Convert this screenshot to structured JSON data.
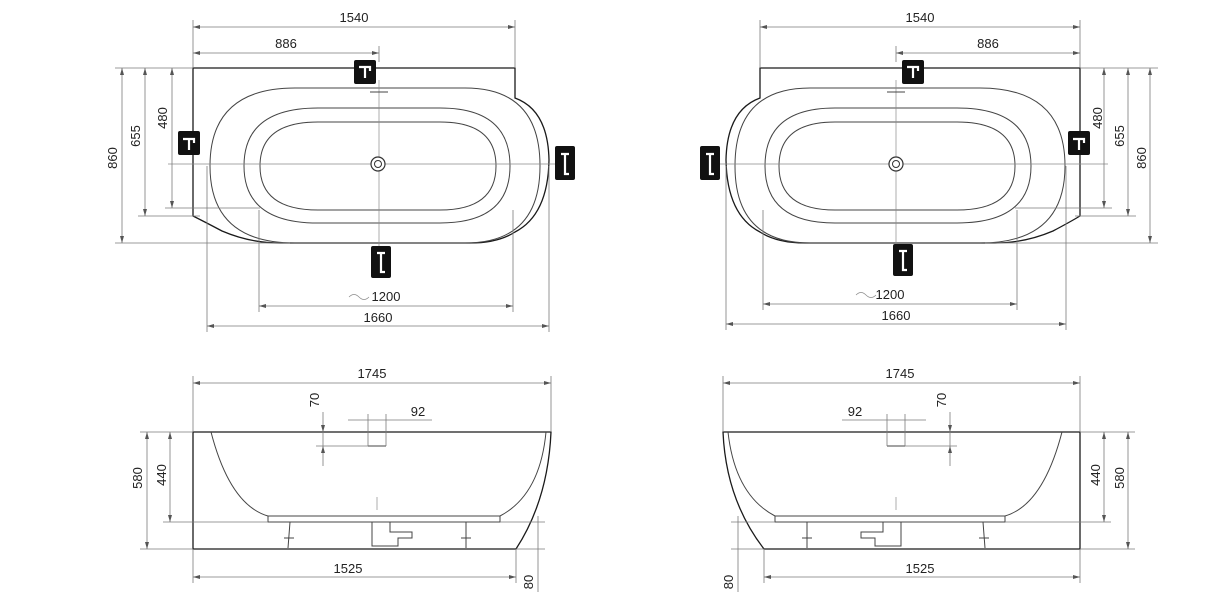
{
  "top_left": {
    "width_total": "1540",
    "width_offset": "886",
    "height_inner": "480",
    "height_mid": "655",
    "height_total": "860",
    "inner_length": "1200",
    "length_total": "1660"
  },
  "top_right": {
    "width_total": "1540",
    "width_offset": "886",
    "height_inner": "480",
    "height_mid": "655",
    "height_total": "860",
    "inner_length": "1200",
    "length_total": "1660"
  },
  "side_left": {
    "length_top": "1745",
    "overflow_drop": "70",
    "overflow_width": "92",
    "depth_inner": "440",
    "height_total": "580",
    "length_base": "1525",
    "foot_height": "80"
  },
  "side_right": {
    "length_top": "1745",
    "overflow_drop": "70",
    "overflow_width": "92",
    "depth_inner": "440",
    "height_total": "580",
    "length_base": "1525",
    "foot_height": "80"
  },
  "icons": [
    "wall-tap-icon",
    "floor-tap-icon"
  ]
}
